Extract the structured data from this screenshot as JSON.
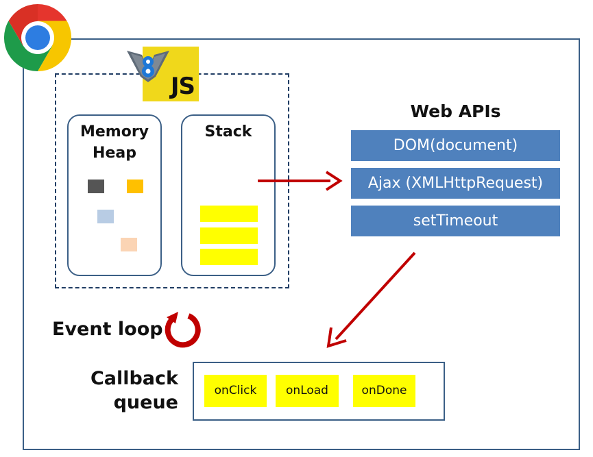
{
  "engine": {
    "js_badge": "JS",
    "memory_heap_label": "Memory\nHeap",
    "stack_label": "Stack"
  },
  "web_apis": {
    "title": "Web APIs",
    "items": [
      {
        "label": "DOM(document)"
      },
      {
        "label": "Ajax (XMLHttpRequest)"
      },
      {
        "label": "setTimeout"
      }
    ]
  },
  "event_loop": {
    "label": "Event loop"
  },
  "callback_queue": {
    "label": "Callback\nqueue",
    "items": [
      {
        "label": "onClick"
      },
      {
        "label": "onLoad"
      },
      {
        "label": "onDone"
      }
    ]
  },
  "colors": {
    "frame_border": "#3b5f86",
    "engine_dash": "#1f3c63",
    "js_badge_bg": "#f0d81b",
    "api_bg": "#4f81bd",
    "api_text": "#ffffff",
    "queue_item_bg": "#ffff00",
    "arrow": "#c00000",
    "heap_dark": "#555555",
    "heap_orange": "#ffc000",
    "heap_blue": "#b8cce4",
    "heap_peach": "#fbd4b4"
  },
  "icons": {
    "browser": "chrome-icon",
    "engine": "v8-icon",
    "loop": "refresh-loop-icon"
  }
}
